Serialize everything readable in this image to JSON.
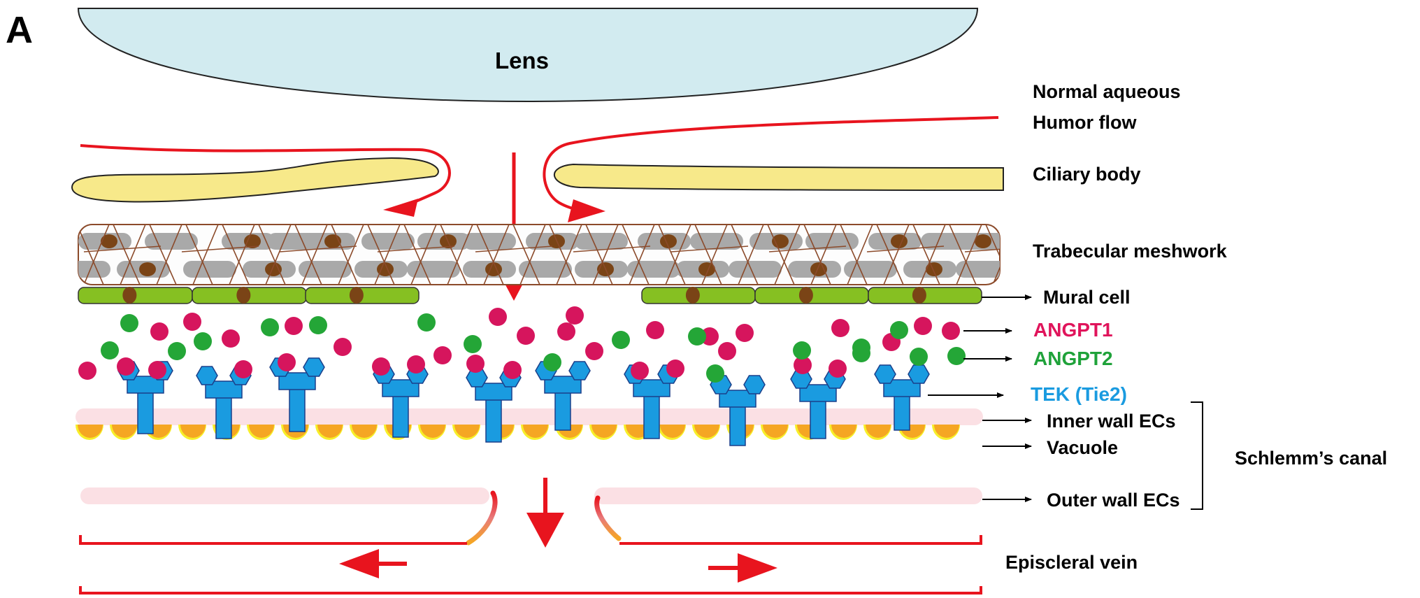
{
  "panel_letter": "A",
  "labels": {
    "lens": "Lens",
    "normal_aqueous": "Normal aqueous",
    "humor_flow": "Humor flow",
    "ciliary_body": "Ciliary body",
    "trabecular_meshwork": "Trabecular meshwork",
    "mural_cell": "Mural cell",
    "angpt1": "ANGPT1",
    "angpt2": "ANGPT2",
    "tek": "TEK (Tie2)",
    "inner_wall": "Inner wall ECs",
    "vacuole": "Vacuole",
    "outer_wall": "Outer wall ECs",
    "schlemms_canal": "Schlemm’s canal",
    "episcleral_vein": "Episcleral vein"
  },
  "colors": {
    "lens": "#d2ebf0",
    "ciliary": "#f7e98a",
    "flow": "#e8141e",
    "mural": "#86c022",
    "nucleus": "#7a4416",
    "angpt1": "#d6155d",
    "angpt2": "#24a637",
    "tek": "#1a9be0",
    "inner_wall": "#fbe0e4",
    "vacuole": "#f5a623",
    "vacuole_rim": "#f7ef2a",
    "trabecular_cell": "#a9a9a9",
    "angpt1_label": "#e0145b",
    "angpt2_label": "#1fa23a",
    "tek_label": "#1a9be0"
  }
}
